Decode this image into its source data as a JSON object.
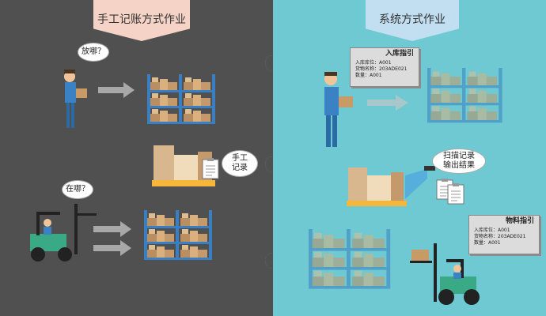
{
  "left": {
    "banner": "手工记账方式作业",
    "bubble_where_put": "放哪？",
    "bubble_where_is": "在哪？",
    "bubble_manual_line1": "手工",
    "bubble_manual_line2": "记录"
  },
  "right": {
    "banner": "系统方式作业",
    "inbound_card": {
      "title": "入库指引",
      "lines": [
        "入库库位：A001",
        "货物名称：203ADE021",
        "数量：A001"
      ]
    },
    "scan_bubble_line1": "扫描记录",
    "scan_bubble_line2": "输出结果",
    "material_card": {
      "title": "物料指引",
      "lines": [
        "入库库位：A001",
        "货物名称：203ADE021",
        "数量：A001"
      ]
    }
  },
  "colors": {
    "left_bg": "#505050",
    "right_bg": "#6ec9d2",
    "left_banner": "#f5d3c7",
    "right_banner": "#c2dff2",
    "forklift": "#3aa985"
  }
}
